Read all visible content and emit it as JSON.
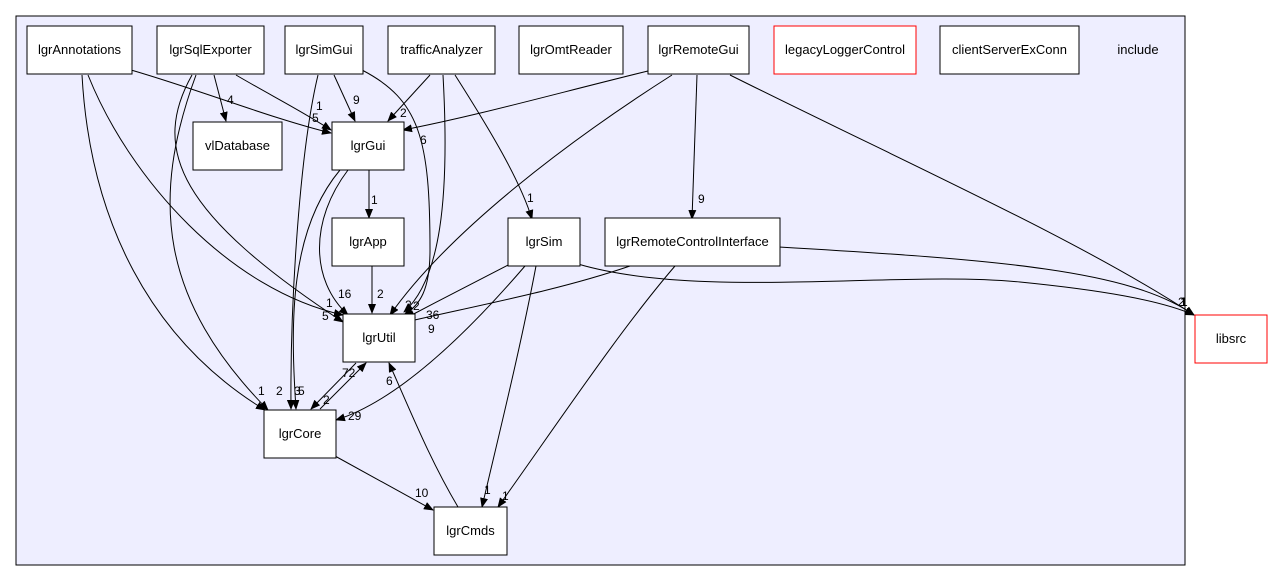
{
  "diagram": {
    "cluster_label": "include",
    "colors": {
      "cluster_fill": "#eeeeff",
      "node_border": "#000000",
      "external_border": "#ff0000",
      "edge": "#000000"
    },
    "nodes": {
      "lgrAnnotations": "lgrAnnotations",
      "lgrSqlExporter": "lgrSqlExporter",
      "lgrSimGui": "lgrSimGui",
      "trafficAnalyzer": "trafficAnalyzer",
      "lgrOmtReader": "lgrOmtReader",
      "lgrRemoteGui": "lgrRemoteGui",
      "legacyLoggerControl": "legacyLoggerControl",
      "clientServerExConn": "clientServerExConn",
      "vlDatabase": "vlDatabase",
      "lgrGui": "lgrGui",
      "lgrApp": "lgrApp",
      "lgrSim": "lgrSim",
      "lgrRemoteControlInterface": "lgrRemoteControlInterface",
      "lgrUtil": "lgrUtil",
      "lgrCore": "lgrCore",
      "lgrCmds": "lgrCmds",
      "libsrc": "libsrc"
    },
    "edge_labels": [
      {
        "id": "ann-gui",
        "text": "5"
      },
      {
        "id": "ann-util",
        "text": "5"
      },
      {
        "id": "ann-core",
        "text": "1"
      },
      {
        "id": "sql-vldb",
        "text": "4"
      },
      {
        "id": "sql-gui",
        "text": "1"
      },
      {
        "id": "sql-util",
        "text": "1"
      },
      {
        "id": "sql-core",
        "text": "2"
      },
      {
        "id": "simgui-gui",
        "text": "9"
      },
      {
        "id": "simgui-util",
        "text": "6"
      },
      {
        "id": "simgui-core",
        "text": "3"
      },
      {
        "id": "traffic-gui",
        "text": "2"
      },
      {
        "id": "traffic-sim",
        "text": "1"
      },
      {
        "id": "traffic-util",
        "text": "2"
      },
      {
        "id": "remotegui-rci",
        "text": "9"
      },
      {
        "id": "remotegui-util",
        "text": "2"
      },
      {
        "id": "remotegui-libsrc",
        "text": "2"
      },
      {
        "id": "gui-app",
        "text": "1"
      },
      {
        "id": "gui-util",
        "text": "16"
      },
      {
        "id": "gui-core",
        "text": "5"
      },
      {
        "id": "app-util",
        "text": "2"
      },
      {
        "id": "sim-util",
        "text": "36"
      },
      {
        "id": "sim-core",
        "text": "29"
      },
      {
        "id": "sim-cmds",
        "text": "1"
      },
      {
        "id": "sim-libsrc",
        "text": "1"
      },
      {
        "id": "rci-util",
        "text": "9"
      },
      {
        "id": "rci-cmds",
        "text": "1"
      },
      {
        "id": "rci-libsrc",
        "text": "1"
      },
      {
        "id": "util-core",
        "text": "2"
      },
      {
        "id": "core-util",
        "text": "72"
      },
      {
        "id": "core-cmds",
        "text": "10"
      },
      {
        "id": "cmds-util",
        "text": "6"
      }
    ]
  }
}
